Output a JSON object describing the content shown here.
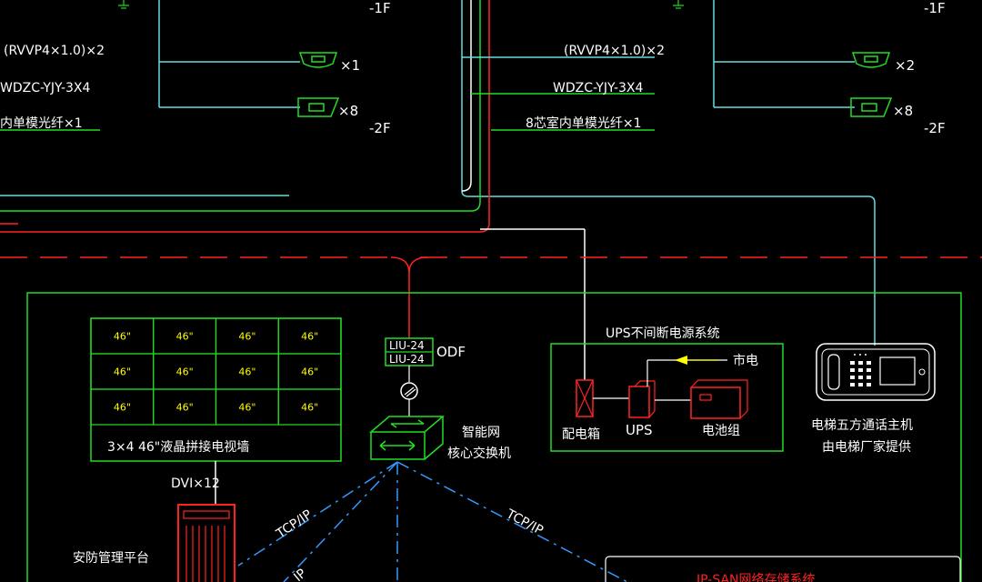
{
  "floors": {
    "left_1f": "-1F",
    "right_1f": "-1F",
    "left_2f": "-2F",
    "right_2f": "-2F"
  },
  "left_cables": {
    "rvvp": "(RVVP4×1.0)×2",
    "wdzc": "WDZC-YJY-3X4",
    "fiber": "内单模光纤×1",
    "count_top": "×1",
    "count_bottom": "×8"
  },
  "right_cables": {
    "rvvp": "(RVVP4×1.0)×2",
    "wdzc": "WDZC-YJY-3X4",
    "fiber": "8芯室内单模光纤×1",
    "count_top": "×2",
    "count_bottom": "×8"
  },
  "video_wall": {
    "cell_label": "46\"",
    "rows": 3,
    "cols": 4,
    "caption": "3×4  46\"液晶拼接电视墙"
  },
  "odf": {
    "panel_top": "LIU-24",
    "panel_bottom": "LIU-24",
    "label": "ODF"
  },
  "switch": {
    "line1": "智能网",
    "line2": "核心交换机"
  },
  "ups_system": {
    "title": "UPS不间断电源系统",
    "mains": "市电",
    "distribution_box": "配电箱",
    "ups": "UPS",
    "battery": "电池组"
  },
  "elevator": {
    "line1": "电梯五方通话主机",
    "line2": "由电梯厂家提供"
  },
  "links": {
    "dvi": "DVI×12",
    "tcpip_left": "TCP/IP",
    "tcpip_right": "TCP/IP",
    "tcpip_bottom": "IP"
  },
  "security_platform": "安防管理平台",
  "storage_label": "IP-SAN网络存储系统",
  "colors": {
    "background": "#000000",
    "frame": "#22dd22",
    "cyan_line": "#66dddd",
    "red_line": "#ff2222",
    "blue_dash": "#3399ff",
    "label": "#ffffff",
    "yellow": "#ffff00"
  }
}
